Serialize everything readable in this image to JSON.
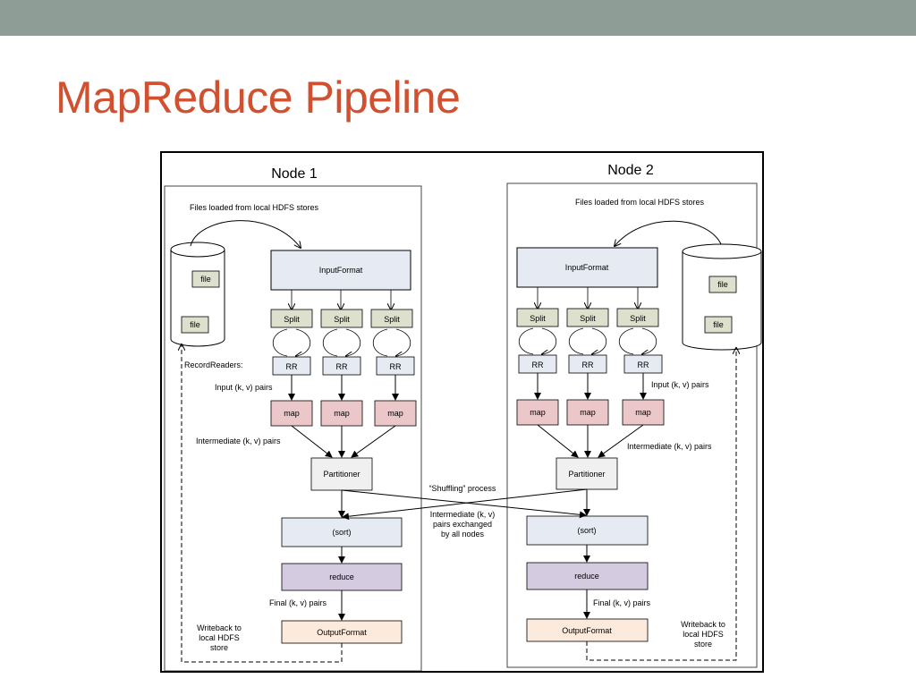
{
  "slide": {
    "title": "MapReduce Pipeline"
  },
  "colors": {
    "topbar": "#8e9e97",
    "title": "#d0502f",
    "input_format_fill": "#e6ebf3",
    "split_fill": "#dde0cd",
    "file_fill": "#dde0cd",
    "rr_fill": "#e6ebf3",
    "map_fill": "#ecc7c9",
    "partitioner_fill": "#f0f0f0",
    "sort_fill": "#e6ebf3",
    "reduce_fill": "#d4cbe0",
    "output_format_fill": "#fcebdc"
  },
  "node1": {
    "title": "Node 1",
    "files_label": "Files loaded from local HDFS stores",
    "file_a": "file",
    "file_b": "file",
    "input_format": "InputFormat",
    "split": [
      "Split",
      "Split",
      "Split"
    ],
    "record_readers_label": "RecordReaders:",
    "rr": [
      "RR",
      "RR",
      "RR"
    ],
    "input_pairs_label": "Input (k, v) pairs",
    "map": [
      "map",
      "map",
      "map"
    ],
    "intermediate_label": "Intermediate (k, v) pairs",
    "partitioner": "Partitioner",
    "sort": "(sort)",
    "reduce": "reduce",
    "final_pairs_label": "Final (k, v) pairs",
    "output_format": "OutputFormat",
    "writeback_lines": [
      "Writeback to",
      "local HDFS",
      "store"
    ]
  },
  "node2": {
    "title": "Node 2",
    "files_label": "Files loaded from local HDFS stores",
    "file_a": "file",
    "file_b": "file",
    "input_format": "InputFormat",
    "split": [
      "Split",
      "Split",
      "Split"
    ],
    "rr": [
      "RR",
      "RR",
      "RR"
    ],
    "input_pairs_label": "Input (k, v) pairs",
    "map": [
      "map",
      "map",
      "map"
    ],
    "intermediate_label": "Intermediate (k, v) pairs",
    "partitioner": "Partitioner",
    "sort": "(sort)",
    "reduce": "reduce",
    "final_pairs_label": "Final (k, v) pairs",
    "output_format": "OutputFormat",
    "writeback_lines": [
      "Writeback to",
      "local HDFS",
      "store"
    ]
  },
  "shuffle": {
    "label": "“Shuffling” process",
    "exchange_lines": [
      "Intermediate (k, v)",
      "pairs exchanged",
      "by all nodes"
    ]
  }
}
